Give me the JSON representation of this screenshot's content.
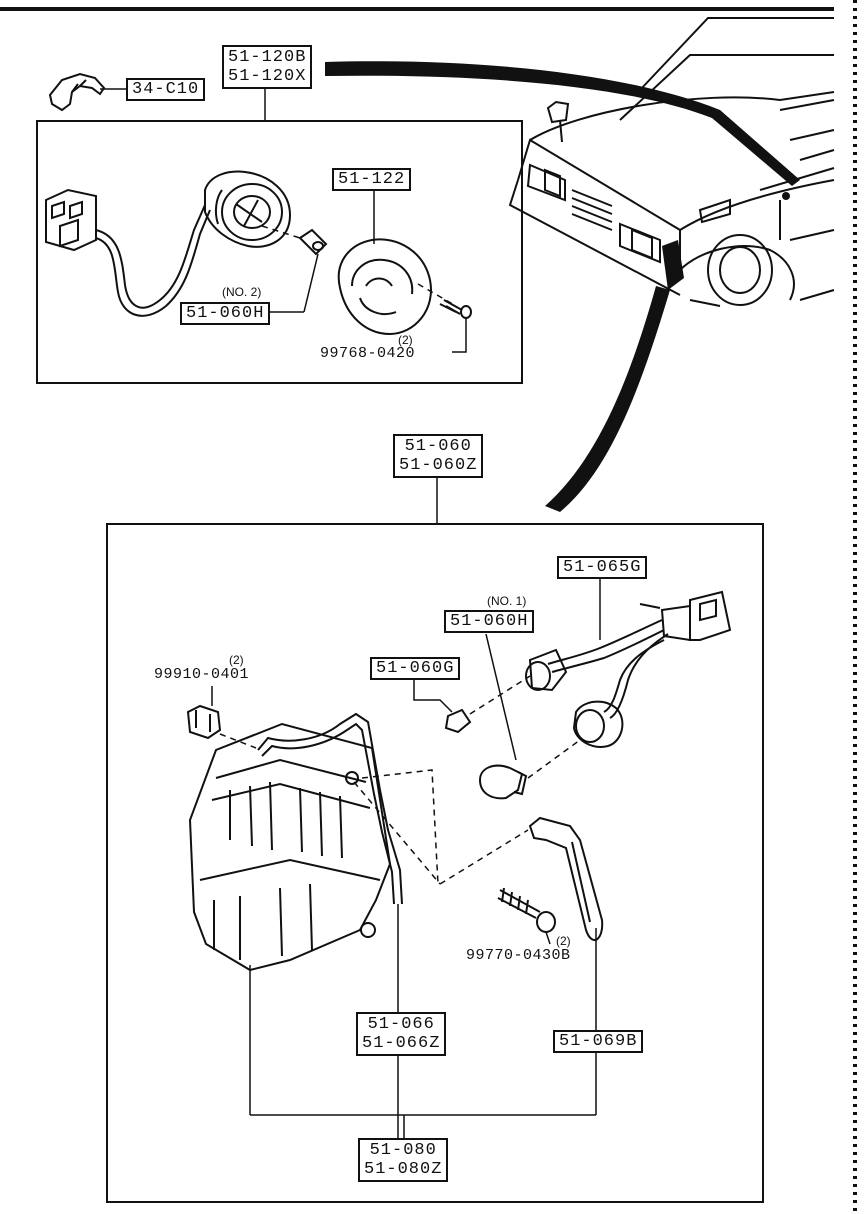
{
  "parts": {
    "headlamp_assy": [
      "51-120B",
      "51-120X"
    ],
    "clip": "34-C10",
    "lens_122": "51-122",
    "bulb_no2_qty": "(NO. 2)",
    "bulb_no2": "51-060H",
    "screw_top_qty": "(2)",
    "screw_top": "99768-0420",
    "combo_lamp": [
      "51-060",
      "51-060Z"
    ],
    "harness": "51-065G",
    "bulb_no1_qty": "(NO. 1)",
    "bulb_no1": "51-060H",
    "bulb_small": "51-060G",
    "nut_qty": "(2)",
    "nut": "99910-0401",
    "screw_bottom_qty": "(2)",
    "screw_bottom": "99770-0430B",
    "gasket": [
      "51-066",
      "51-066Z"
    ],
    "drain_tube": "51-069B",
    "lens_080": [
      "51-080",
      "51-080Z"
    ]
  }
}
